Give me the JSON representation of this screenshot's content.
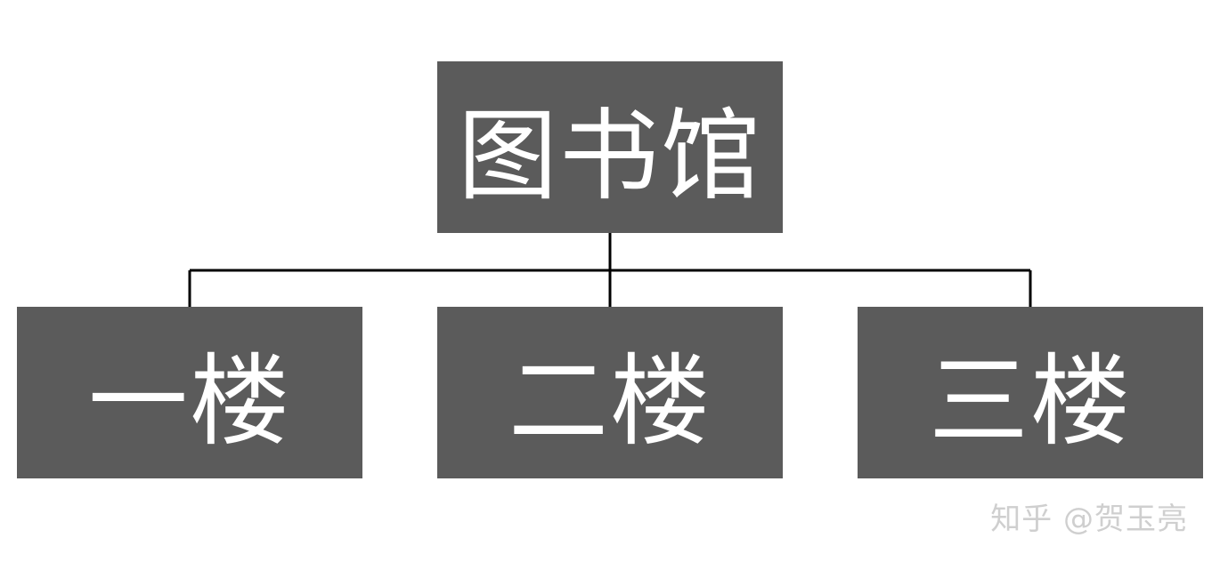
{
  "diagram": {
    "root": {
      "label": "图书馆"
    },
    "children": [
      {
        "label": "一楼"
      },
      {
        "label": "二楼"
      },
      {
        "label": "三楼"
      }
    ]
  },
  "watermark": {
    "text": "知乎 @贺玉亮"
  },
  "colors": {
    "node_fill": "#5b5b5b",
    "node_text": "#ffffff",
    "connector": "#000000",
    "watermark": "#cfcfcf"
  }
}
